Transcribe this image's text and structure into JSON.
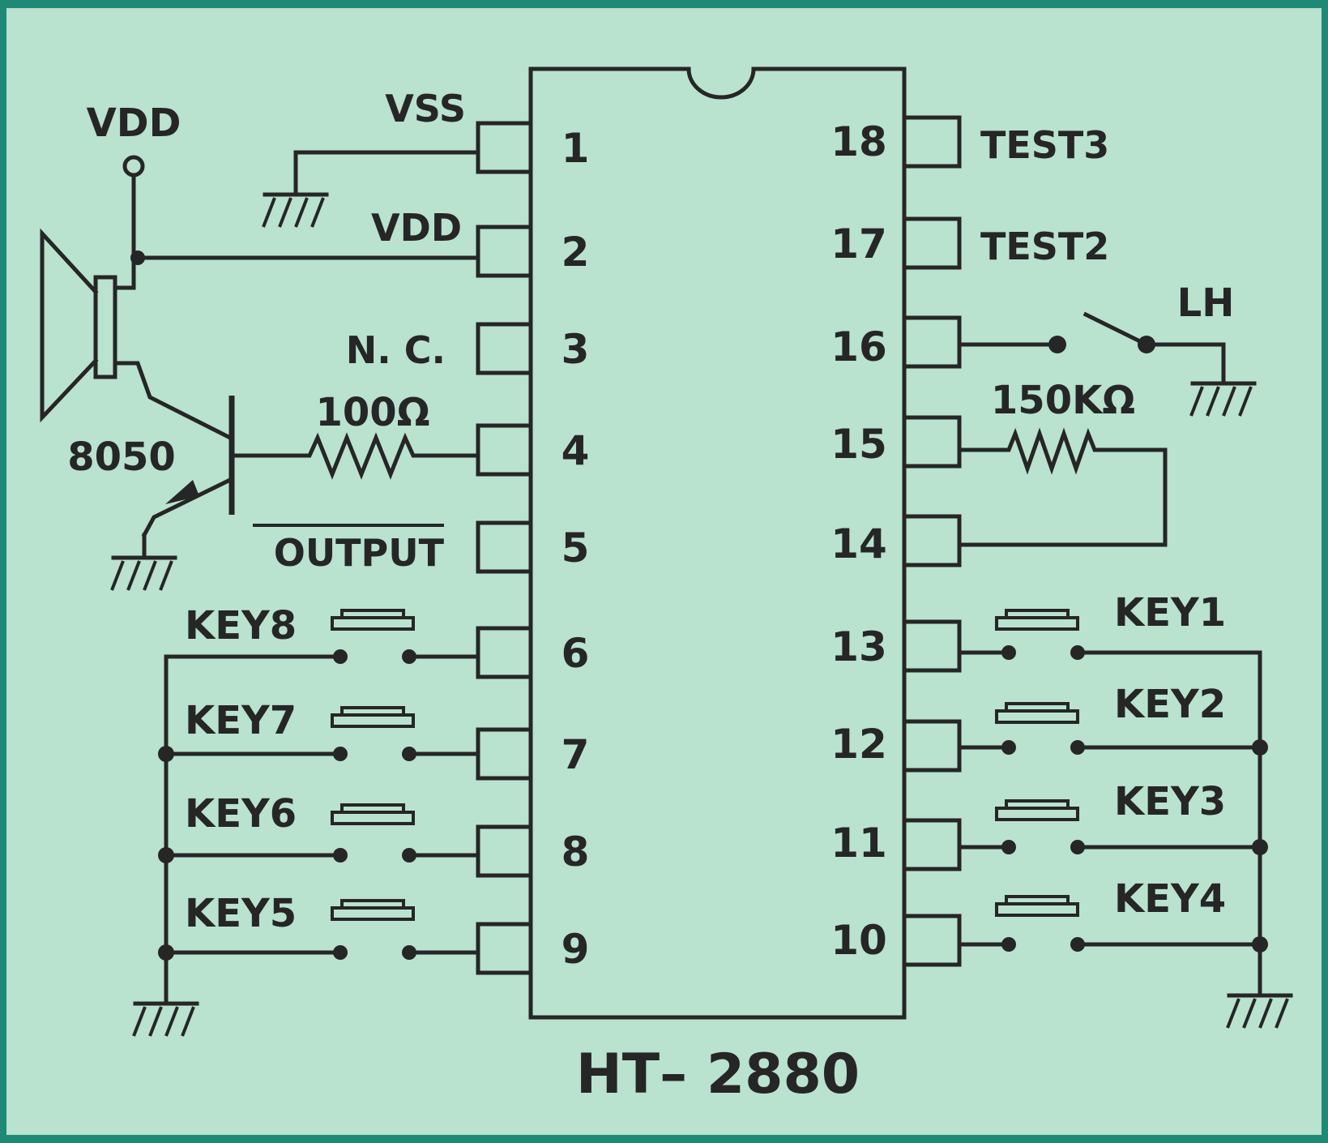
{
  "colors": {
    "background": "#b9e2cf",
    "frame": "#1e8a76",
    "ink": "#262626"
  },
  "chip": {
    "name": "HT– 2880",
    "left_pins": [
      {
        "number": "1",
        "label": "VSS"
      },
      {
        "number": "2",
        "label": "VDD"
      },
      {
        "number": "3",
        "label": "N. C."
      },
      {
        "number": "4",
        "label": ""
      },
      {
        "number": "5",
        "label": "OUTPUT"
      },
      {
        "number": "6",
        "label": ""
      },
      {
        "number": "7",
        "label": ""
      },
      {
        "number": "8",
        "label": ""
      },
      {
        "number": "9",
        "label": ""
      }
    ],
    "right_pins": [
      {
        "number": "18",
        "label": "TEST3"
      },
      {
        "number": "17",
        "label": "TEST2"
      },
      {
        "number": "16",
        "label": ""
      },
      {
        "number": "15",
        "label": ""
      },
      {
        "number": "14",
        "label": ""
      },
      {
        "number": "13",
        "label": ""
      },
      {
        "number": "12",
        "label": ""
      },
      {
        "number": "11",
        "label": ""
      },
      {
        "number": "10",
        "label": ""
      }
    ]
  },
  "labels": {
    "vdd_supply": "VDD",
    "transistor": "8050",
    "resistor_base": "100Ω",
    "resistor_osc": "150KΩ",
    "switch": "LH"
  },
  "keys": {
    "left": [
      "KEY8",
      "KEY7",
      "KEY6",
      "KEY5"
    ],
    "right": [
      "KEY1",
      "KEY2",
      "KEY3",
      "KEY4"
    ]
  }
}
